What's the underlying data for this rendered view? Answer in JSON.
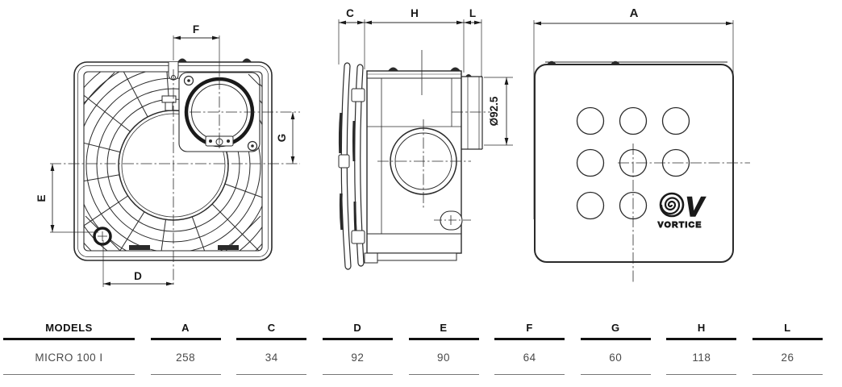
{
  "views": {
    "rear": {
      "dim_top": "F",
      "dim_right": "G",
      "dim_left": "E",
      "dim_bottom": "D"
    },
    "side": {
      "dim_left": "C",
      "dim_center": "H",
      "dim_right": "L",
      "diameter": "Ø92.5"
    },
    "front": {
      "dim_width": "A",
      "logo_mark": "V",
      "logo_text": "VORTICE"
    }
  },
  "table": {
    "headers": [
      "MODELS",
      "A",
      "C",
      "D",
      "E",
      "F",
      "G",
      "H",
      "L"
    ],
    "rows": [
      {
        "model": "MICRO 100 I",
        "values": [
          "258",
          "34",
          "92",
          "90",
          "64",
          "60",
          "118",
          "26"
        ]
      }
    ]
  },
  "colors": {
    "line": "#2a2a2a",
    "dark": "#111111",
    "value_text": "#4a4a4a",
    "bg": "#ffffff"
  }
}
